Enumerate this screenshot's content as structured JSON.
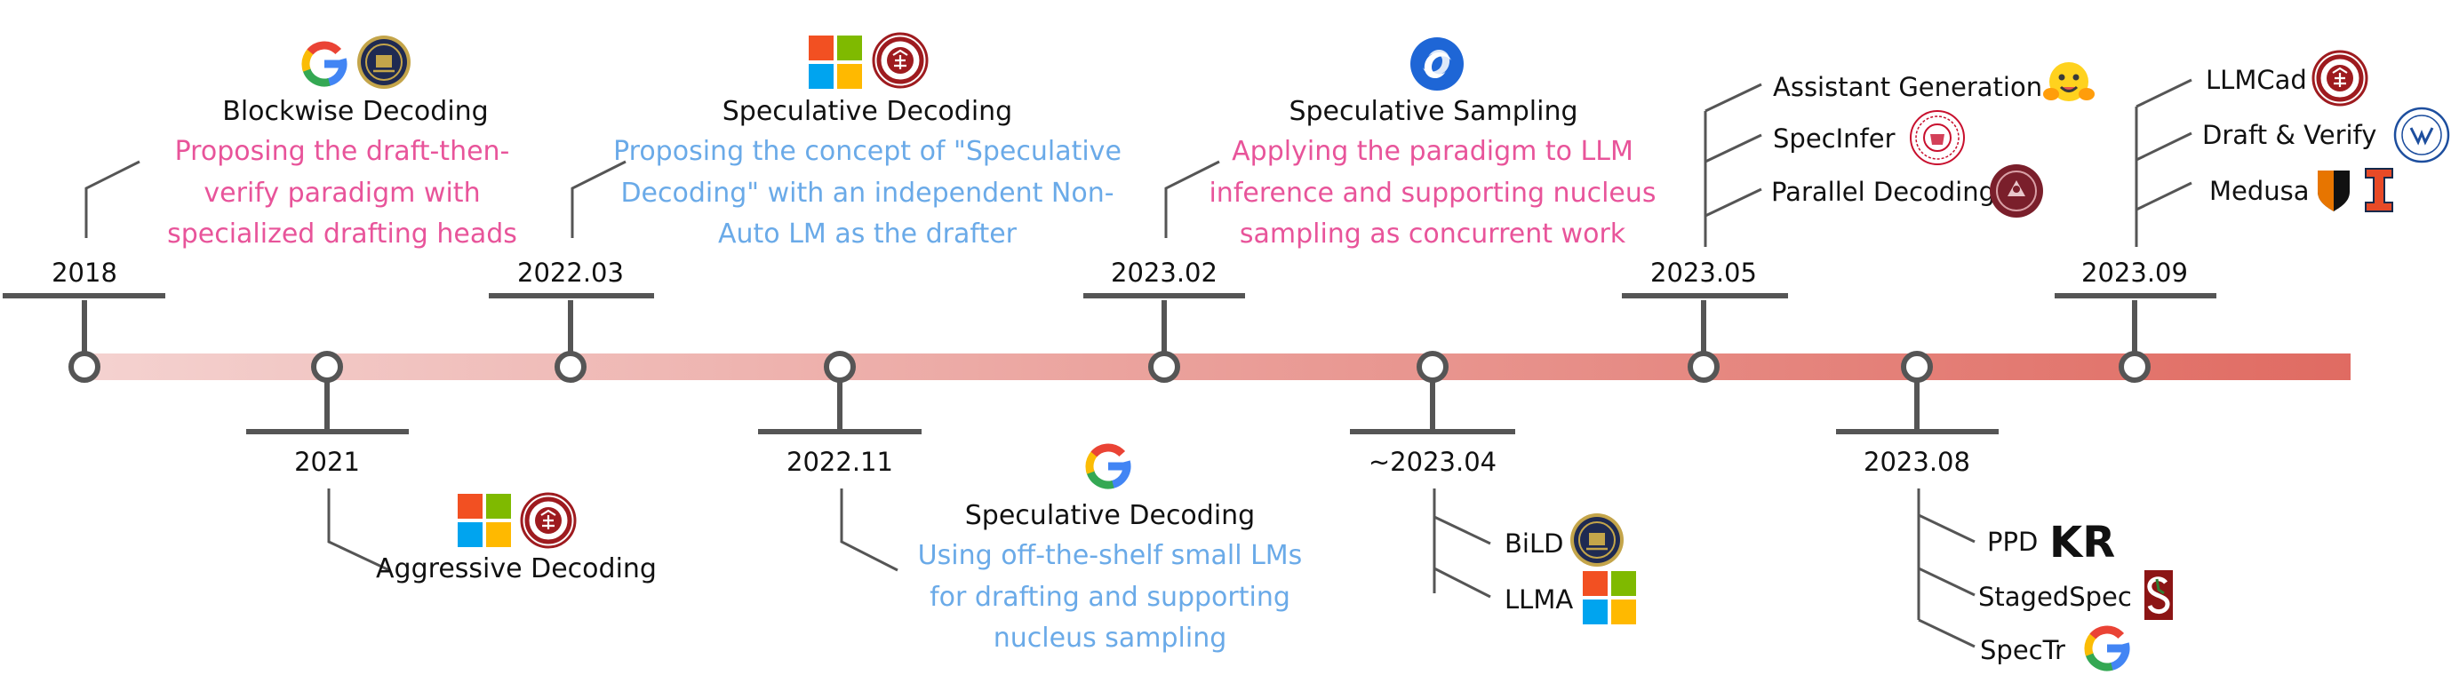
{
  "colors": {
    "pink": "#E8549A",
    "blue": "#6AAAE8",
    "connector": "#555555",
    "line_start": "#F4D2D0",
    "line_end": "#E06B62"
  },
  "milestones": {
    "m2018": {
      "date": "2018",
      "title": "Blockwise Decoding",
      "desc": [
        "Proposing the draft-then-",
        "verify paradigm with",
        "specialized drafting heads"
      ],
      "logos": [
        "google-logo-icon",
        "berkeley-seal-icon"
      ]
    },
    "m2021": {
      "date": "2021",
      "title": "Aggressive Decoding",
      "logos": [
        "microsoft-logo-icon",
        "pku-seal-icon"
      ]
    },
    "m202203": {
      "date": "2022.03",
      "title": "Speculative Decoding",
      "desc": [
        "Proposing the concept of \"Speculative",
        "Decoding\" with an independent Non-",
        "Auto LM as the drafter"
      ],
      "logos": [
        "microsoft-logo-icon",
        "pku-seal-icon"
      ]
    },
    "m202211": {
      "date": "2022.11",
      "title": "Speculative Decoding",
      "desc": [
        "Using off-the-shelf small LMs",
        "for drafting and supporting",
        "nucleus sampling"
      ],
      "logos": [
        "google-logo-icon"
      ]
    },
    "m202302": {
      "date": "2023.02",
      "title": "Speculative Sampling",
      "desc": [
        "Applying the paradigm to LLM",
        "inference and supporting nucleus",
        "sampling as concurrent work"
      ],
      "logos": [
        "deepmind-logo-icon"
      ]
    },
    "m202304": {
      "date": "~2023.04",
      "items": [
        "BiLD",
        "LLMA"
      ],
      "logos": [
        "berkeley-seal-icon",
        "microsoft-logo-icon"
      ]
    },
    "m202305": {
      "date": "2023.05",
      "items": [
        "Assistant Generation",
        "SpecInfer",
        "Parallel Decoding"
      ],
      "logos": [
        "huggingface-logo-icon",
        "cmu-seal-icon",
        "tokyo-seal-icon"
      ]
    },
    "m202308": {
      "date": "2023.08",
      "items": [
        "PPD",
        "StagedSpec",
        "SpecTr"
      ],
      "logos": [
        "kr-logo-icon",
        "stanford-logo-icon",
        "google-logo-icon"
      ],
      "kr_text": "KR"
    },
    "m202309": {
      "date": "2023.09",
      "items": [
        "LLMCad",
        "Draft & Verify",
        "Medusa"
      ],
      "logos": [
        "pku-seal-icon",
        "zju-seal-icon",
        "princeton-shield-icon",
        "illinois-logo-icon"
      ]
    }
  }
}
